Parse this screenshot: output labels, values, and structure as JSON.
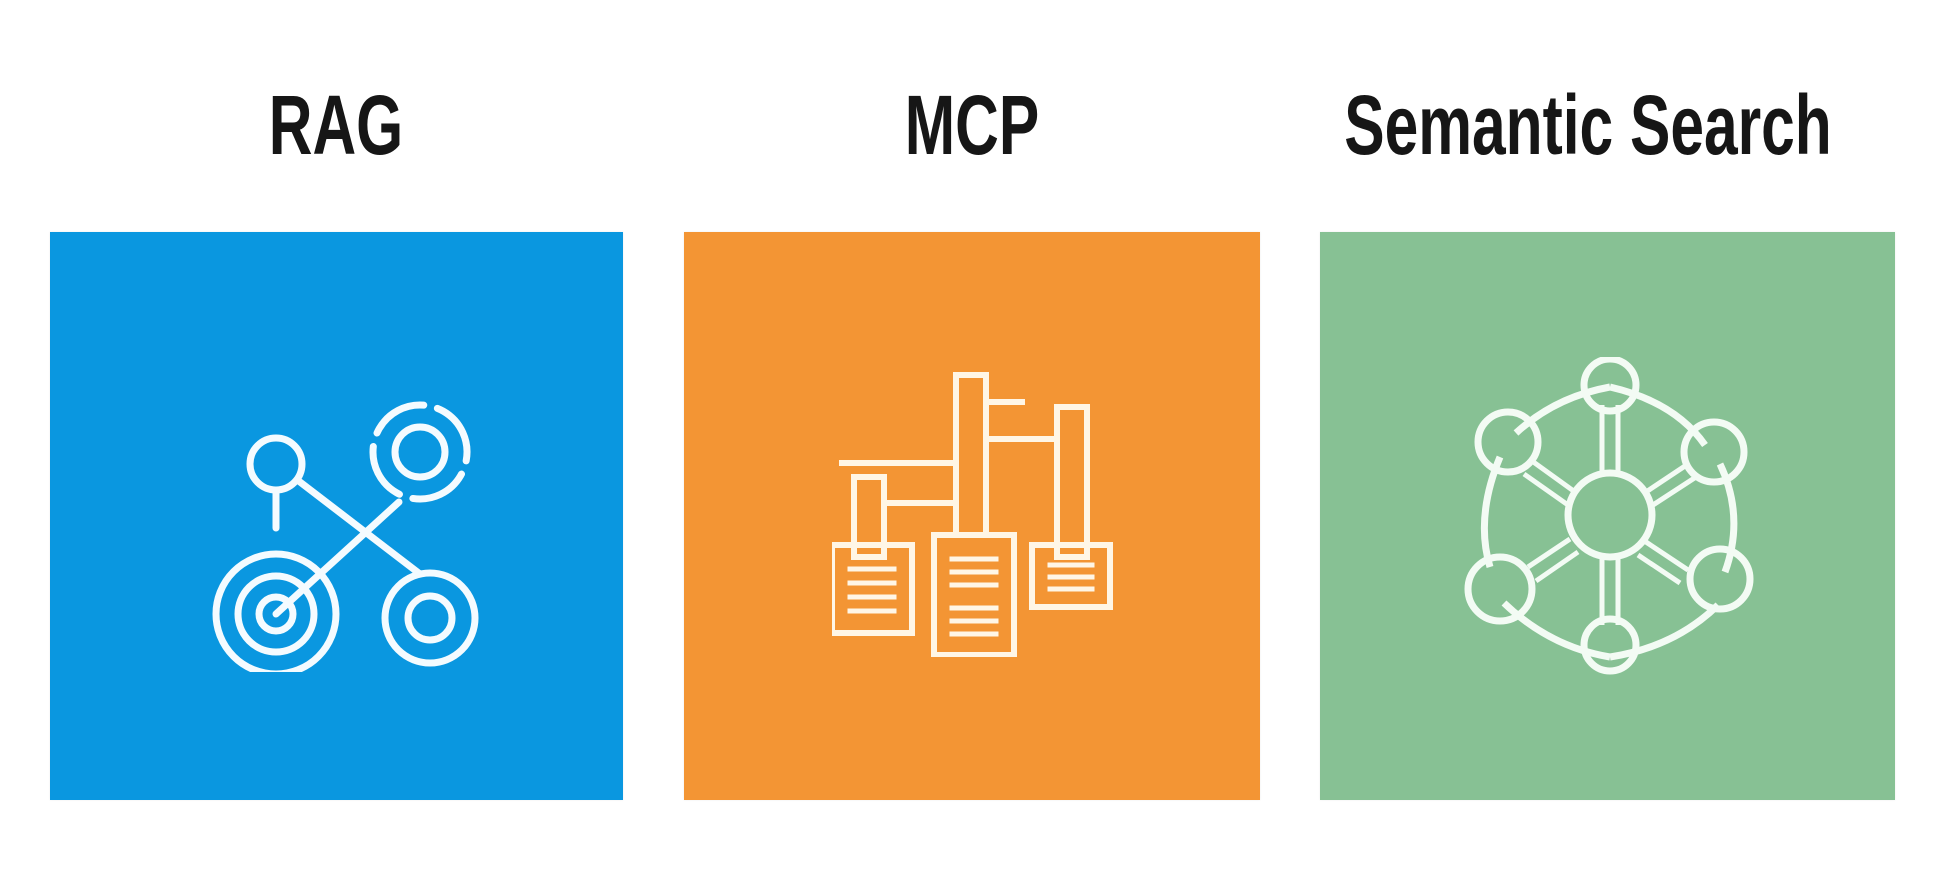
{
  "panels": [
    {
      "title": "RAG",
      "color": "#0a97e0",
      "icon": "rag-network-target-icon"
    },
    {
      "title": "MCP",
      "color": "#f39534",
      "icon": "mcp-document-hierarchy-icon"
    },
    {
      "title": "Semantic Search",
      "color": "#87c194",
      "icon": "semantic-graph-hub-icon"
    }
  ],
  "colors": {
    "background": "#ffffff",
    "title_text": "#161616",
    "icon_stroke_blue_panel": "#f4fbff",
    "icon_stroke_orange_panel": "#fff6e6",
    "icon_stroke_green_panel": "#f3fbf4"
  }
}
